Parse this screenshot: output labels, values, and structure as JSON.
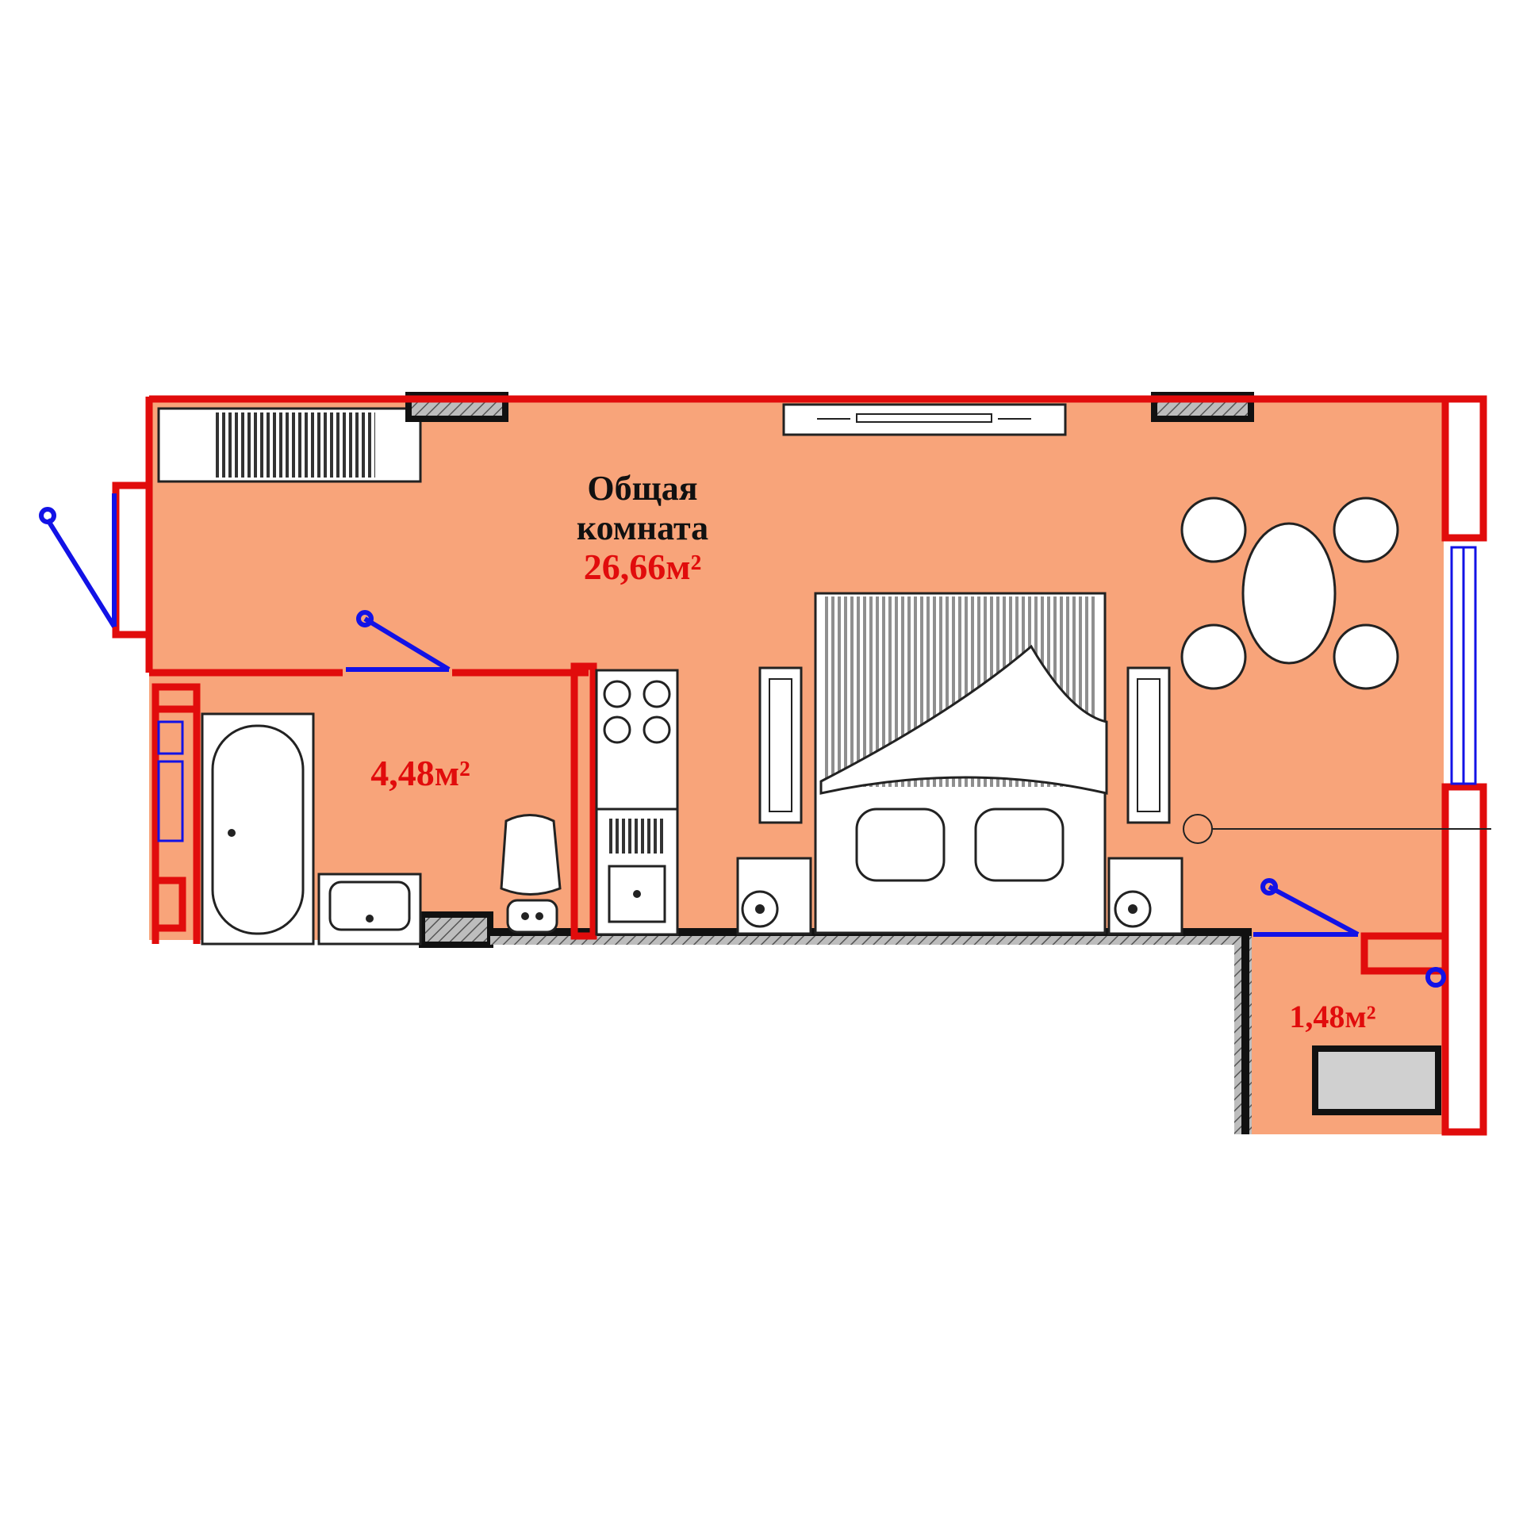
{
  "rooms": {
    "living": {
      "name_line1": "Общая",
      "name_line2": "комната",
      "area": "26,66м²"
    },
    "bathroom": {
      "area": "4,48м²"
    },
    "balcony": {
      "area": "1,48м²"
    }
  },
  "colors": {
    "floor": "#f8a47a",
    "wall_red": "#e10c0c",
    "door_blue": "#1212e6",
    "wall_black": "#111111",
    "furniture": "#ffffff"
  },
  "icons": [
    "wardrobe-icon",
    "bathtub-icon",
    "washbasin-icon",
    "toilet-icon",
    "stove-icon",
    "sink-icon",
    "double-bed-icon",
    "nightstand-icon",
    "speaker-icon",
    "tv-stand-icon",
    "dining-table-icon",
    "chair-icon",
    "washing-machine-icon",
    "door-icon",
    "window-icon"
  ]
}
